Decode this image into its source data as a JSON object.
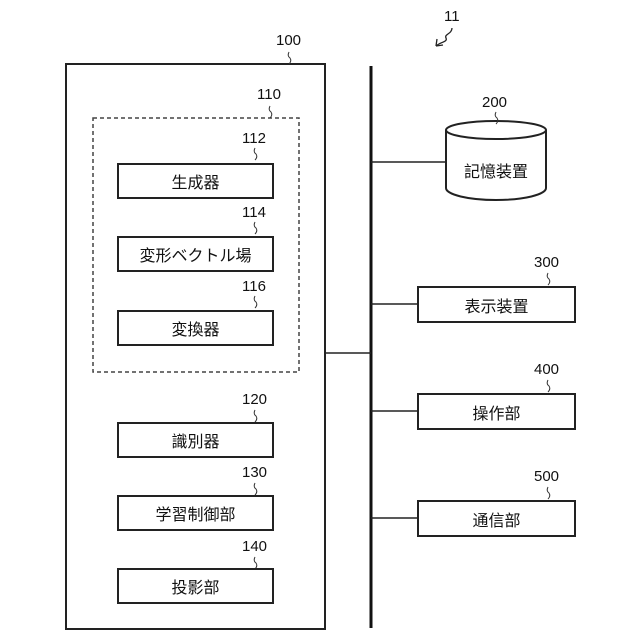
{
  "system": {
    "ref": "11"
  },
  "device": {
    "ref": "100",
    "group": {
      "ref": "110",
      "blocks": [
        {
          "ref": "112",
          "label": "生成器"
        },
        {
          "ref": "114",
          "label": "変形ベクトル場"
        },
        {
          "ref": "116",
          "label": "変換器"
        }
      ]
    },
    "blocks": [
      {
        "ref": "120",
        "label": "識別器"
      },
      {
        "ref": "130",
        "label": "学習制御部"
      },
      {
        "ref": "140",
        "label": "投影部"
      }
    ]
  },
  "storage": {
    "ref": "200",
    "label": "記憶装置"
  },
  "peripherals": [
    {
      "ref": "300",
      "label": "表示装置"
    },
    {
      "ref": "400",
      "label": "操作部"
    },
    {
      "ref": "500",
      "label": "通信部"
    }
  ]
}
